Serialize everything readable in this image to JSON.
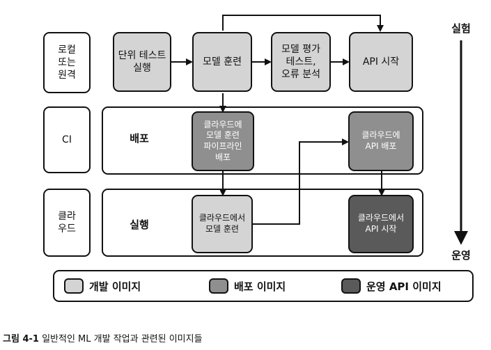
{
  "rows": {
    "local": "로컬\n또는\n원격",
    "ci": "CI",
    "cloud": "클라\n우드"
  },
  "stages": {
    "deploy": "배포",
    "run": "실행"
  },
  "nodes": {
    "unit_test": "단위 테스트\n실행",
    "train": "모델 훈련",
    "eval": "모델 평가\n테스트,\n오류 분석",
    "api_start": "API 시작",
    "cloud_pipeline": "클라우드에\n모델 훈련\n파이프라인\n배포",
    "cloud_api_deploy": "클라우드에\nAPI 배포",
    "cloud_train": "클라우드에서\n모델 훈련",
    "cloud_api_start": "클라우드에서\nAPI 시작"
  },
  "axis": {
    "top": "실험",
    "bottom": "운영"
  },
  "legend": {
    "dev": "개발 이미지",
    "deploy": "배포 이미지",
    "ops": "운영 API 이미지"
  },
  "caption": {
    "label": "그림 4-1",
    "text": "일반적인 ML 개발 작업과 관련된 이미지들"
  },
  "colors": {
    "dev_image": "#d4d4d4",
    "deploy_image": "#8f8f8f",
    "ops_image": "#5a5a5a"
  }
}
